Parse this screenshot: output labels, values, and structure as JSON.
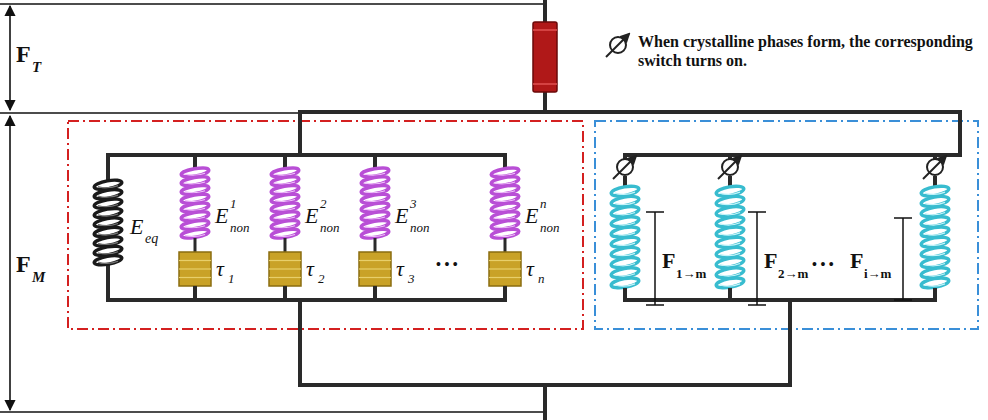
{
  "diagram": {
    "labels": [
      "When crystalline phases form, the corresponding switch turns on.",
      "F",
      "T",
      "F",
      "M",
      "E",
      "eq",
      "E",
      "1",
      "non",
      "E",
      "2",
      "non",
      "E",
      "3",
      "non",
      "• • •",
      "E",
      "n",
      "non",
      "τ",
      "1",
      "τ",
      "2",
      "τ",
      "3",
      "τ",
      "n",
      "F",
      "1→m",
      "F",
      "2→m",
      "• • •",
      "F",
      "i→m"
    ]
  }
}
